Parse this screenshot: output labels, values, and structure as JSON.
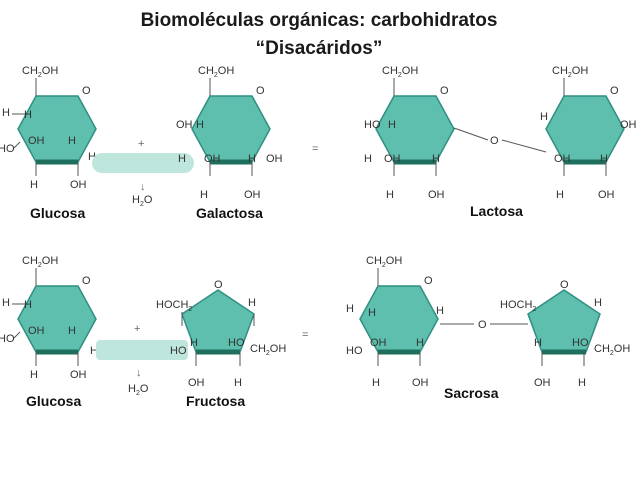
{
  "title": {
    "line1": "Biomoléculas orgánicas: carbohidratos",
    "line2": "“Disacáridos”"
  },
  "colors": {
    "ring_fill": "#5fbfae",
    "ring_stroke": "#2f8f80",
    "ring_bottom": "#1f6f5e",
    "water_bar": "#bfe6dd",
    "bond": "#555555"
  },
  "operators": {
    "plus": "+",
    "equals": "=",
    "arrow": "↓"
  },
  "water": {
    "main": "H",
    "sub": "2",
    "tail": "O"
  },
  "ch2oh": {
    "main": "CH",
    "sub": "2",
    "tail": "OH"
  },
  "hoch2": {
    "main": "HOCH",
    "sub": "2",
    "tail": ""
  },
  "atoms": {
    "h": "H",
    "oh": "OH",
    "ho": "HO",
    "o": "O"
  },
  "molecules": {
    "glucosa1": "Glucosa",
    "galactosa": "Galactosa",
    "lactosa": "Lactosa",
    "glucosa2": "Glucosa",
    "fructosa": "Fructosa",
    "sacrosa": "Sacrosa"
  }
}
